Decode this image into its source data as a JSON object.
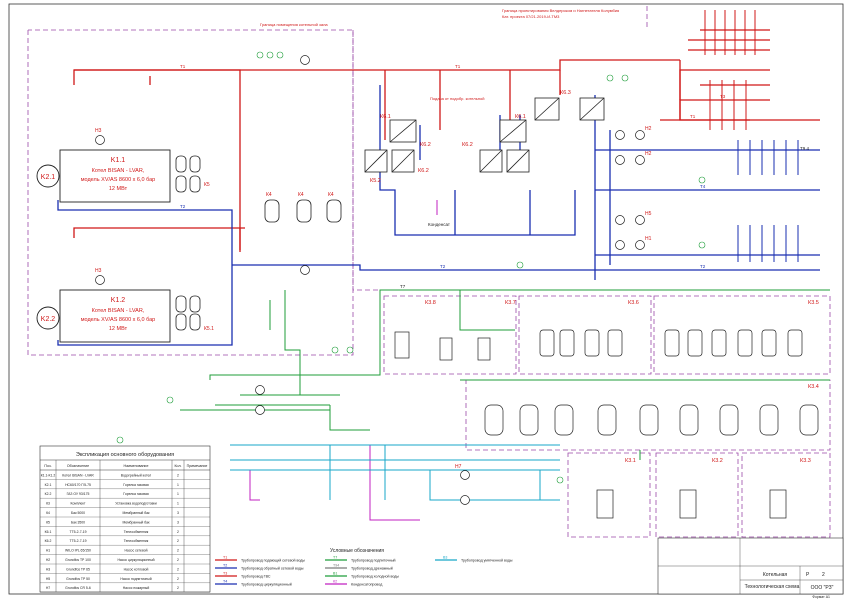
{
  "boundaries": {
    "boiler_room": "Граница помещения котельной зала",
    "design_zone": "Граница проектирования Велдерском и Нагнетателя Колумбия",
    "design_zone_2": "Кат. проекта 07/21.2019-И-ТМ3"
  },
  "boilers": [
    {
      "id": "K2.1",
      "label": "K1.1",
      "line1": "Котел BISAN - LVAR,",
      "line2": "модель XV/AS 8600 х 6,0 бар",
      "line3": "12 МВт"
    },
    {
      "id": "K2.2",
      "label": "K1.2",
      "line1": "Котел BISAN - LVAR,",
      "line2": "модель XV/AS 8600 х 6,0 бар",
      "line3": "12 МВт"
    }
  ],
  "units": {
    "k61": "К6.1",
    "k62": "К6.2",
    "k63": "К6.3",
    "k51": "К5.1",
    "k52": "К5.2",
    "k4": "К4",
    "k5": "К5",
    "k31": "К3.1",
    "k32": "К3.2",
    "k33": "К3.3",
    "k34": "К3.4",
    "k35": "К3.5",
    "k36": "К3.6",
    "k37": "К3.7",
    "k38": "К3.8",
    "h1": "Н1",
    "h2": "Н2",
    "h3": "Н3",
    "h5": "Н5",
    "h7": "Н7",
    "kond": "Конденсат",
    "condensate_return": "Подача от подобр. котельной"
  },
  "pipes": {
    "t1": "Т1",
    "t2": "Т2",
    "t3": "Т3",
    "t4": "Т4",
    "t7": "Т7",
    "t94": "Т9.4",
    "v1": "В1",
    "k2": "К2"
  },
  "spec_table": {
    "title": "Экспликация основного оборудования",
    "headers": [
      "Поз.",
      "Обозначение",
      "Наименование",
      "Кол.",
      "Примечание"
    ],
    "rows": [
      [
        "К1.1-К1.2",
        "Котел BISAN - LVAR",
        "Водогрейный котел",
        "2",
        ""
      ],
      [
        "К2.1",
        "НС60/170 Г/5-75",
        "Горелка газовая",
        "1",
        ""
      ],
      [
        "К2.2",
        "ГАЗ ОУ 93/175",
        "Горелка газовая",
        "1",
        ""
      ],
      [
        "К3",
        "Комплект",
        "Установка водоподготовки",
        "1",
        ""
      ],
      [
        "К4",
        "Бак 5000",
        "Мембранный бак",
        "3",
        ""
      ],
      [
        "К5",
        "Бак 3500",
        "Мембранный бак",
        "3",
        ""
      ],
      [
        "К6.1",
        "ТТ5-2-7-19",
        "Теплообменник",
        "2",
        ""
      ],
      [
        "К6.2",
        "ТТ5-2-7-19",
        "Теплообменник",
        "2",
        ""
      ],
      [
        "Н1",
        "WILO IPL 65/150",
        "Насос сетевой",
        "2",
        ""
      ],
      [
        "Н2",
        "Grundfos TP 100",
        "Насос циркуляционный",
        "2",
        ""
      ],
      [
        "Н3",
        "Grundfos TP 65",
        "Насос котловой",
        "2",
        ""
      ],
      [
        "Н5",
        "Grundfos TP 50",
        "Насос подпиточный",
        "2",
        ""
      ],
      [
        "Н7",
        "Grundfos CR 5-6",
        "Насос пожарный",
        "2",
        ""
      ]
    ]
  },
  "legend": {
    "title": "Условные обозначения",
    "items": [
      [
        "Т1",
        "Трубопровод подающий сетевой воды"
      ],
      [
        "Т2",
        "Трубопровод обратный сетевой воды"
      ],
      [
        "Т3",
        "Трубопровод ГВС"
      ],
      [
        "Т4",
        "Трубопровод циркуляционный"
      ],
      [
        "Т7",
        "Трубопровод подпиточный"
      ],
      [
        "Т94",
        "Трубопровод дренажный"
      ],
      [
        "В1",
        "Трубопровод холодной воды"
      ],
      [
        "К2",
        "Конденсатопровод"
      ],
      [
        "В3",
        "Трубопровод умягченной воды"
      ]
    ],
    "colors": {
      "t1": "#d01818",
      "t2": "#1a2fb0",
      "t3": "#d01818",
      "t4": "#1a2fb0",
      "t7": "#1f9e3a",
      "t94": "#7a7a7a",
      "v1": "#1f9e3a",
      "k2": "#c020c0",
      "v3": "#17a7c8"
    }
  },
  "title_block": {
    "object": "Котельная",
    "sheet_title": "Технологическая схема",
    "stage": "Р",
    "sheet": "2",
    "company": "ООО \"РЗ\"",
    "format": "Формат А1"
  },
  "colors": {
    "supply": "#d01818",
    "return": "#1a2fb0",
    "makeup": "#1f9e3a",
    "condensate": "#c020c0",
    "softened": "#17a7c8",
    "equipment": "#222222",
    "boundary": "#9b4aa8"
  }
}
